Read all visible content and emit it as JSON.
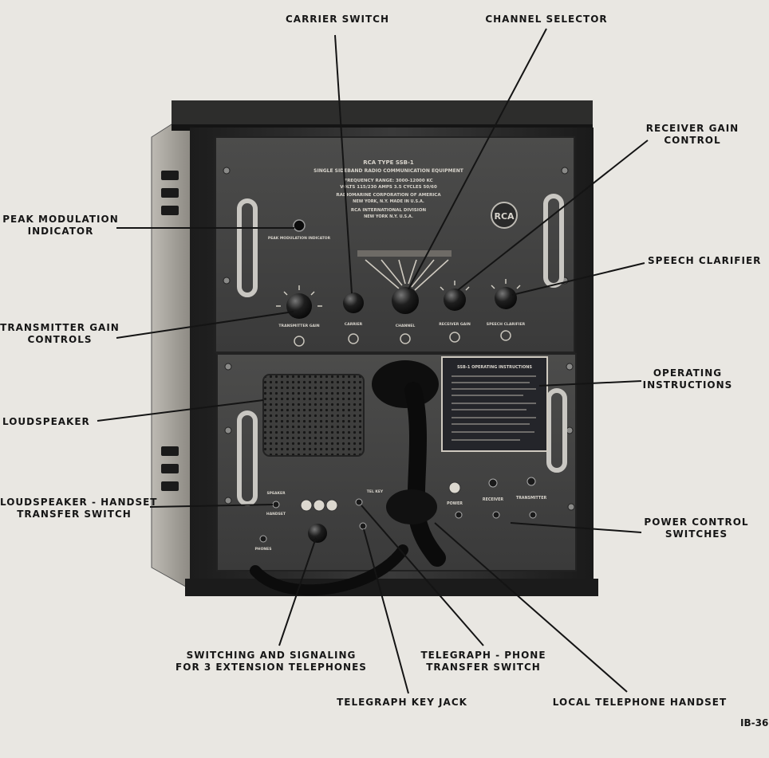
{
  "figure": {
    "figure_number": "IB-36",
    "panel_text": {
      "title_line1": "RCA TYPE SSB-1",
      "title_line2": "SINGLE SIDEBAND RADIO COMMUNICATION EQUIPMENT",
      "spec_line1": "FREQUENCY RANGE: 3000-12000 KC",
      "spec_line2": "VOLTS 115/230   AMPS 3.5   CYCLES 50/60",
      "maker_line1": "RADIOMARINE CORPORATION OF AMERICA",
      "maker_line2": "NEW YORK, N.Y.          MADE IN U.S.A.",
      "division_line1": "RCA INTERNATIONAL DIVISION",
      "division_line2": "NEW YORK N.Y. U.S.A.",
      "rca_logo": "RCA",
      "knob_transmitter": "TRANSMITTER GAIN",
      "knob_carrier": "CARRIER",
      "knob_channel": "CHANNEL",
      "knob_receiver": "RECEIVER GAIN",
      "knob_speech": "SPEECH CLARIFIER",
      "peak_indicator_text": "PEAK MODULATION INDICATOR",
      "instructions_heading": "SSB-1 OPERATING INSTRUCTIONS",
      "sw_power": "POWER",
      "sw_receiver": "RECEIVER",
      "sw_transmitter": "TRANSMITTER",
      "sw_speaker": "SPEAKER",
      "sw_handset": "HANDSET",
      "tel_key": "TEL KEY",
      "phones_jack": "PHONES"
    },
    "callouts": {
      "carrier_switch": "CARRIER  SWITCH",
      "channel_selector": "CHANNEL  SELECTOR",
      "receiver_gain_1": "RECEIVER  GAIN",
      "receiver_gain_2": "CONTROL",
      "peak_modulation_1": "PEAK  MODULATION",
      "peak_modulation_2": "INDICATOR",
      "speech_clarifier": "SPEECH  CLARIFIER",
      "transmitter_gain_1": "TRANSMITTER  GAIN",
      "transmitter_gain_2": "CONTROLS",
      "operating_instructions_1": "OPERATING",
      "operating_instructions_2": "INSTRUCTIONS",
      "loudspeaker": "LOUDSPEAKER",
      "transfer_switch_1": "LOUDSPEAKER - HANDSET",
      "transfer_switch_2": "TRANSFER  SWITCH",
      "power_control_1": "POWER  CONTROL",
      "power_control_2": "SWITCHES",
      "switching_signaling_1": "SWITCHING  AND  SIGNALING",
      "switching_signaling_2": "FOR  3  EXTENSION  TELEPHONES",
      "telegraph_phone_1": "TELEGRAPH - PHONE",
      "telegraph_phone_2": "TRANSFER  SWITCH",
      "telegraph_key_jack": "TELEGRAPH  KEY  JACK",
      "local_handset": "LOCAL  TELEPHONE  HANDSET"
    }
  }
}
